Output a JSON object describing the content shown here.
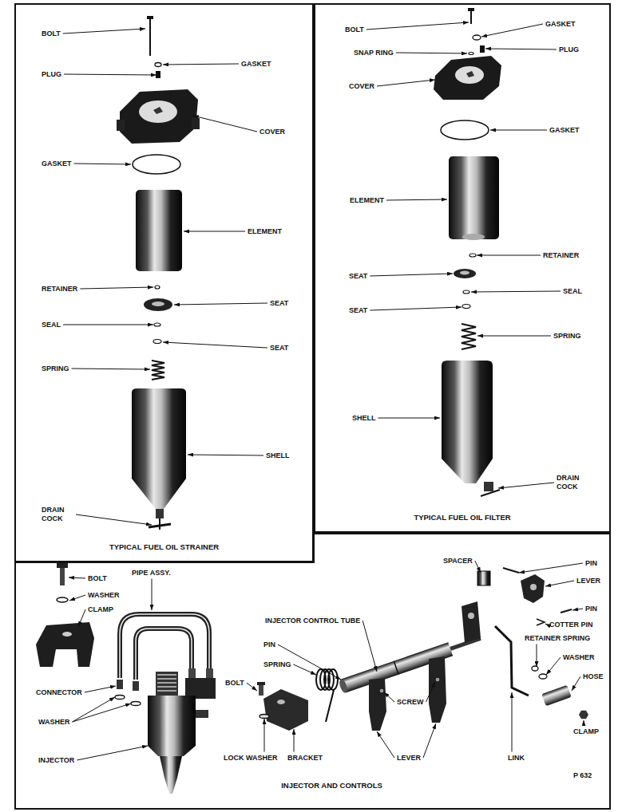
{
  "diagram": {
    "nodes": [
      {
        "text": [
          "TYPICAL FUEL OIL STRAINER"
        ]
      },
      {
        "text": [
          "TYPICAL FUEL OIL FILTER"
        ]
      },
      {
        "text": [
          "INJECTOR AND CONTROLS"
        ]
      }
    ],
    "labels": [
      "BOLT",
      "GASKET",
      "PLUG",
      "COVER",
      "GASKET",
      "ELEMENT",
      "RETAINER",
      "SEAT",
      "SEAL",
      "SEAT",
      "SPRING",
      "SHELL",
      "DRAIN COCK",
      "BOLT",
      "GASKET",
      "SNAP RING",
      "PLUG",
      "COVER",
      "GASKET",
      "ELEMENT",
      "RETAINER",
      "SEAT",
      "SEAL",
      "SEAT",
      "SPRING",
      "SHELL",
      "DRAIN COCK",
      "BOLT",
      "WASHER",
      "CLAMP",
      "PIPE ASSY.",
      "CONNECTOR",
      "WASHER",
      "INJECTOR",
      "SPACER",
      "PIN",
      "LEVER",
      "INJECTOR CONTROL TUBE",
      "PIN",
      "COTTER PIN",
      "PIN",
      "RETAINER SPRING",
      "SPRING",
      "WASHER",
      "HOSE",
      "BOLT",
      "SCREW",
      "LOCK WASHER",
      "BRACKET",
      "LEVER",
      "LINK",
      "CLAMP",
      "P 632"
    ]
  }
}
